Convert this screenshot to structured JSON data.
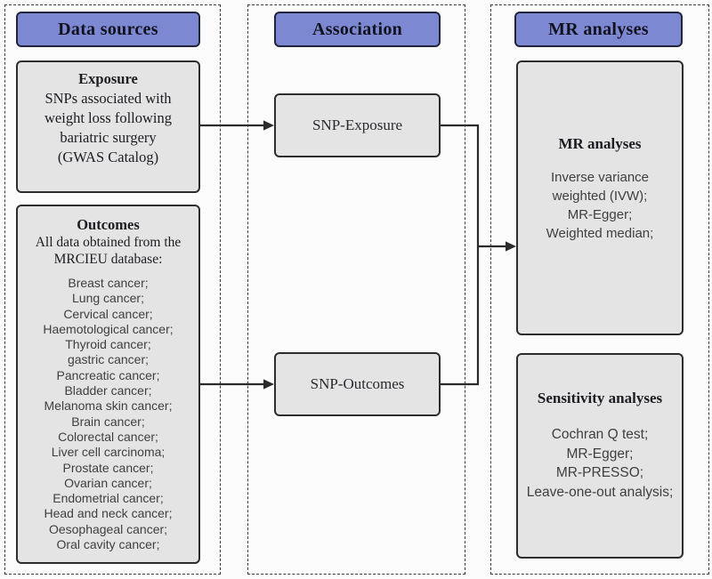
{
  "data_sources": {
    "header": "Data sources",
    "exposure": {
      "title": "Exposure",
      "lines": [
        "SNPs associated with",
        "weight loss following",
        "bariatric surgery",
        "(GWAS Catalog)"
      ]
    },
    "outcomes": {
      "title": "Outcomes",
      "subtitle_lines": [
        "All data obtained from the",
        "MRCIEU database:"
      ],
      "items": [
        "Breast cancer;",
        "Lung cancer;",
        "Cervical cancer;",
        "Haemotological cancer;",
        "Thyroid cancer;",
        "gastric cancer;",
        "Pancreatic cancer;",
        "Bladder cancer;",
        "Melanoma skin cancer;",
        "Brain cancer;",
        "Colorectal cancer;",
        "Liver cell carcinoma;",
        "Prostate cancer;",
        "Ovarian cancer;",
        "Endometrial cancer;",
        "Head and neck cancer;",
        "Oesophageal cancer;",
        "Oral cavity cancer;"
      ]
    }
  },
  "association": {
    "header": "Association",
    "snp_exposure_label": "SNP-Exposure",
    "snp_outcomes_label": "SNP-Outcomes"
  },
  "mr": {
    "header": "MR analyses",
    "analyses": {
      "title": "MR analyses",
      "items": [
        "Inverse variance",
        "weighted (IVW);",
        "MR-Egger;",
        "Weighted median;"
      ]
    },
    "sensitivity": {
      "title": "Sensitivity analyses",
      "items": [
        "Cochran Q test;",
        "MR-Egger;",
        "MR-PRESSO;",
        "Leave-one-out analysis;"
      ]
    }
  },
  "colors": {
    "header_fill": "#7d88d2",
    "header_border": "#20253a",
    "box_fill": "#e4e4e4",
    "box_border": "#2d2d2d",
    "arrow": "#2b2b2b",
    "dashed_border": "#3c3c3c"
  }
}
